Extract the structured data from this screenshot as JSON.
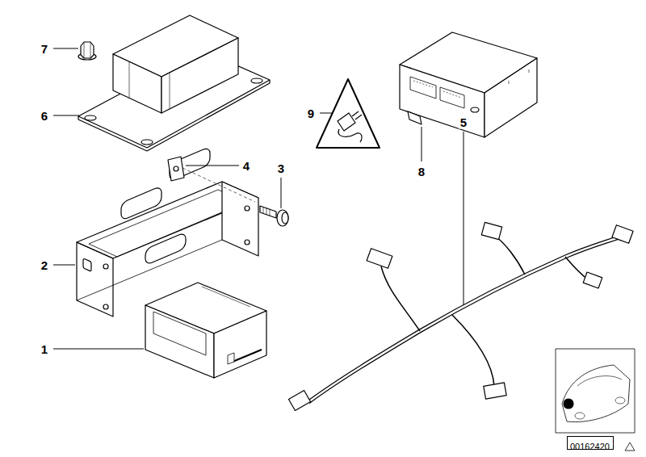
{
  "diagram": {
    "nodes": [
      {
        "text": [
          "00162420"
        ]
      }
    ],
    "labels": [
      "7",
      "9",
      "6",
      "5",
      "4",
      "3",
      "8",
      "2",
      "1"
    ]
  }
}
